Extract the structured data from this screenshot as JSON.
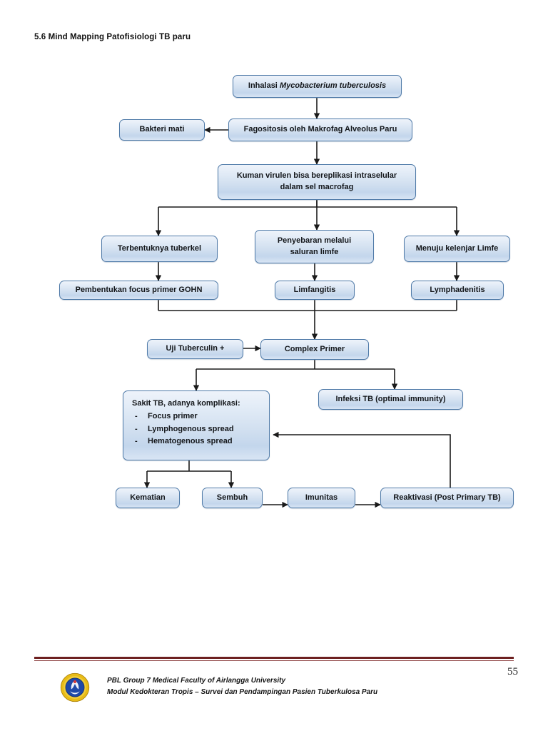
{
  "document": {
    "heading": "5.6 Mind Mapping Patofisiologi TB paru",
    "page_number": "55"
  },
  "colors": {
    "node_border": "#4f7aa8",
    "node_fill_top": "#eef3fa",
    "node_fill_mid": "#c3d6ec",
    "connector": "#1a1a1a",
    "rule": "#6d2020",
    "logo_ring": "#e8bb16",
    "logo_center": "#1f49a8"
  },
  "chart_data": {
    "type": "diagram",
    "title": "Mind Mapping Patofisiologi TB paru",
    "nodes": [
      {
        "id": "inhalasi",
        "label": "Inhalasi Mycobacterium tuberculosis",
        "label_plain": "Inhalasi",
        "label_italic": "Mycobacterium tuberculosis"
      },
      {
        "id": "fagositosis",
        "label": "Fagositosis oleh Makrofag Alveolus Paru"
      },
      {
        "id": "bakteri-mati",
        "label": "Bakteri mati"
      },
      {
        "id": "kuman-virulen",
        "label_line1": "Kuman virulen bisa bereplikasi intraselular",
        "label_line2": "dalam sel macrofag"
      },
      {
        "id": "tuberkel",
        "label": "Terbentuknya tuberkel"
      },
      {
        "id": "penyebaran",
        "label_line1": "Penyebaran melalui",
        "label_line2": "saluran limfe"
      },
      {
        "id": "kelenjar-limfe",
        "label": "Menuju kelenjar Limfe"
      },
      {
        "id": "gohn",
        "label": "Pembentukan focus primer GOHN"
      },
      {
        "id": "limfangitis",
        "label": "Limfangitis"
      },
      {
        "id": "lymphadenitis",
        "label": "Lymphadenitis"
      },
      {
        "id": "uji-tuberculin",
        "label": "Uji Tuberculin +"
      },
      {
        "id": "complex-primer",
        "label": "Complex Primer"
      },
      {
        "id": "sakit-tb",
        "label_heading": "Sakit TB, adanya komplikasi:",
        "items": [
          "Focus primer",
          "Lymphogenous spread",
          "Hematogenous spread"
        ],
        "bullet": "-"
      },
      {
        "id": "infeksi-tb",
        "label": "Infeksi TB (optimal immunity)"
      },
      {
        "id": "kematian",
        "label": "Kematian"
      },
      {
        "id": "sembuh",
        "label": "Sembuh"
      },
      {
        "id": "imunitas",
        "label": "Imunitas"
      },
      {
        "id": "reaktivasi",
        "label": "Reaktivasi (Post Primary TB)"
      }
    ],
    "edges": [
      {
        "from": "inhalasi",
        "to": "fagositosis",
        "direction": "down"
      },
      {
        "from": "fagositosis",
        "to": "bakteri-mati",
        "direction": "left"
      },
      {
        "from": "fagositosis",
        "to": "kuman-virulen",
        "direction": "down"
      },
      {
        "from": "kuman-virulen",
        "to": "tuberkel",
        "direction": "down-left"
      },
      {
        "from": "kuman-virulen",
        "to": "penyebaran",
        "direction": "down"
      },
      {
        "from": "kuman-virulen",
        "to": "kelenjar-limfe",
        "direction": "down-right"
      },
      {
        "from": "tuberkel",
        "to": "gohn",
        "direction": "down"
      },
      {
        "from": "penyebaran",
        "to": "limfangitis",
        "direction": "down"
      },
      {
        "from": "kelenjar-limfe",
        "to": "lymphadenitis",
        "direction": "down"
      },
      {
        "from": "gohn",
        "to": "complex-primer",
        "direction": "merge-down"
      },
      {
        "from": "limfangitis",
        "to": "complex-primer",
        "direction": "merge-down"
      },
      {
        "from": "lymphadenitis",
        "to": "complex-primer",
        "direction": "merge-down"
      },
      {
        "from": "uji-tuberculin",
        "to": "complex-primer",
        "direction": "right"
      },
      {
        "from": "complex-primer",
        "to": "sakit-tb",
        "direction": "down-left"
      },
      {
        "from": "complex-primer",
        "to": "infeksi-tb",
        "direction": "down-right"
      },
      {
        "from": "sakit-tb",
        "to": "kematian",
        "direction": "down-left"
      },
      {
        "from": "sakit-tb",
        "to": "sembuh",
        "direction": "down-right"
      },
      {
        "from": "sembuh",
        "to": "imunitas",
        "direction": "right"
      },
      {
        "from": "imunitas",
        "to": "reaktivasi",
        "direction": "right"
      },
      {
        "from": "reaktivasi",
        "to": "sakit-tb",
        "direction": "feedback-up-left"
      }
    ]
  },
  "footer": {
    "line1": "PBL Group 7 Medical Faculty of Airlangga University",
    "line2": "Modul Kedokteran Tropis – Survei dan Pendampingan Pasien Tuberkulosa Paru",
    "logo_alt": "university-seal"
  }
}
